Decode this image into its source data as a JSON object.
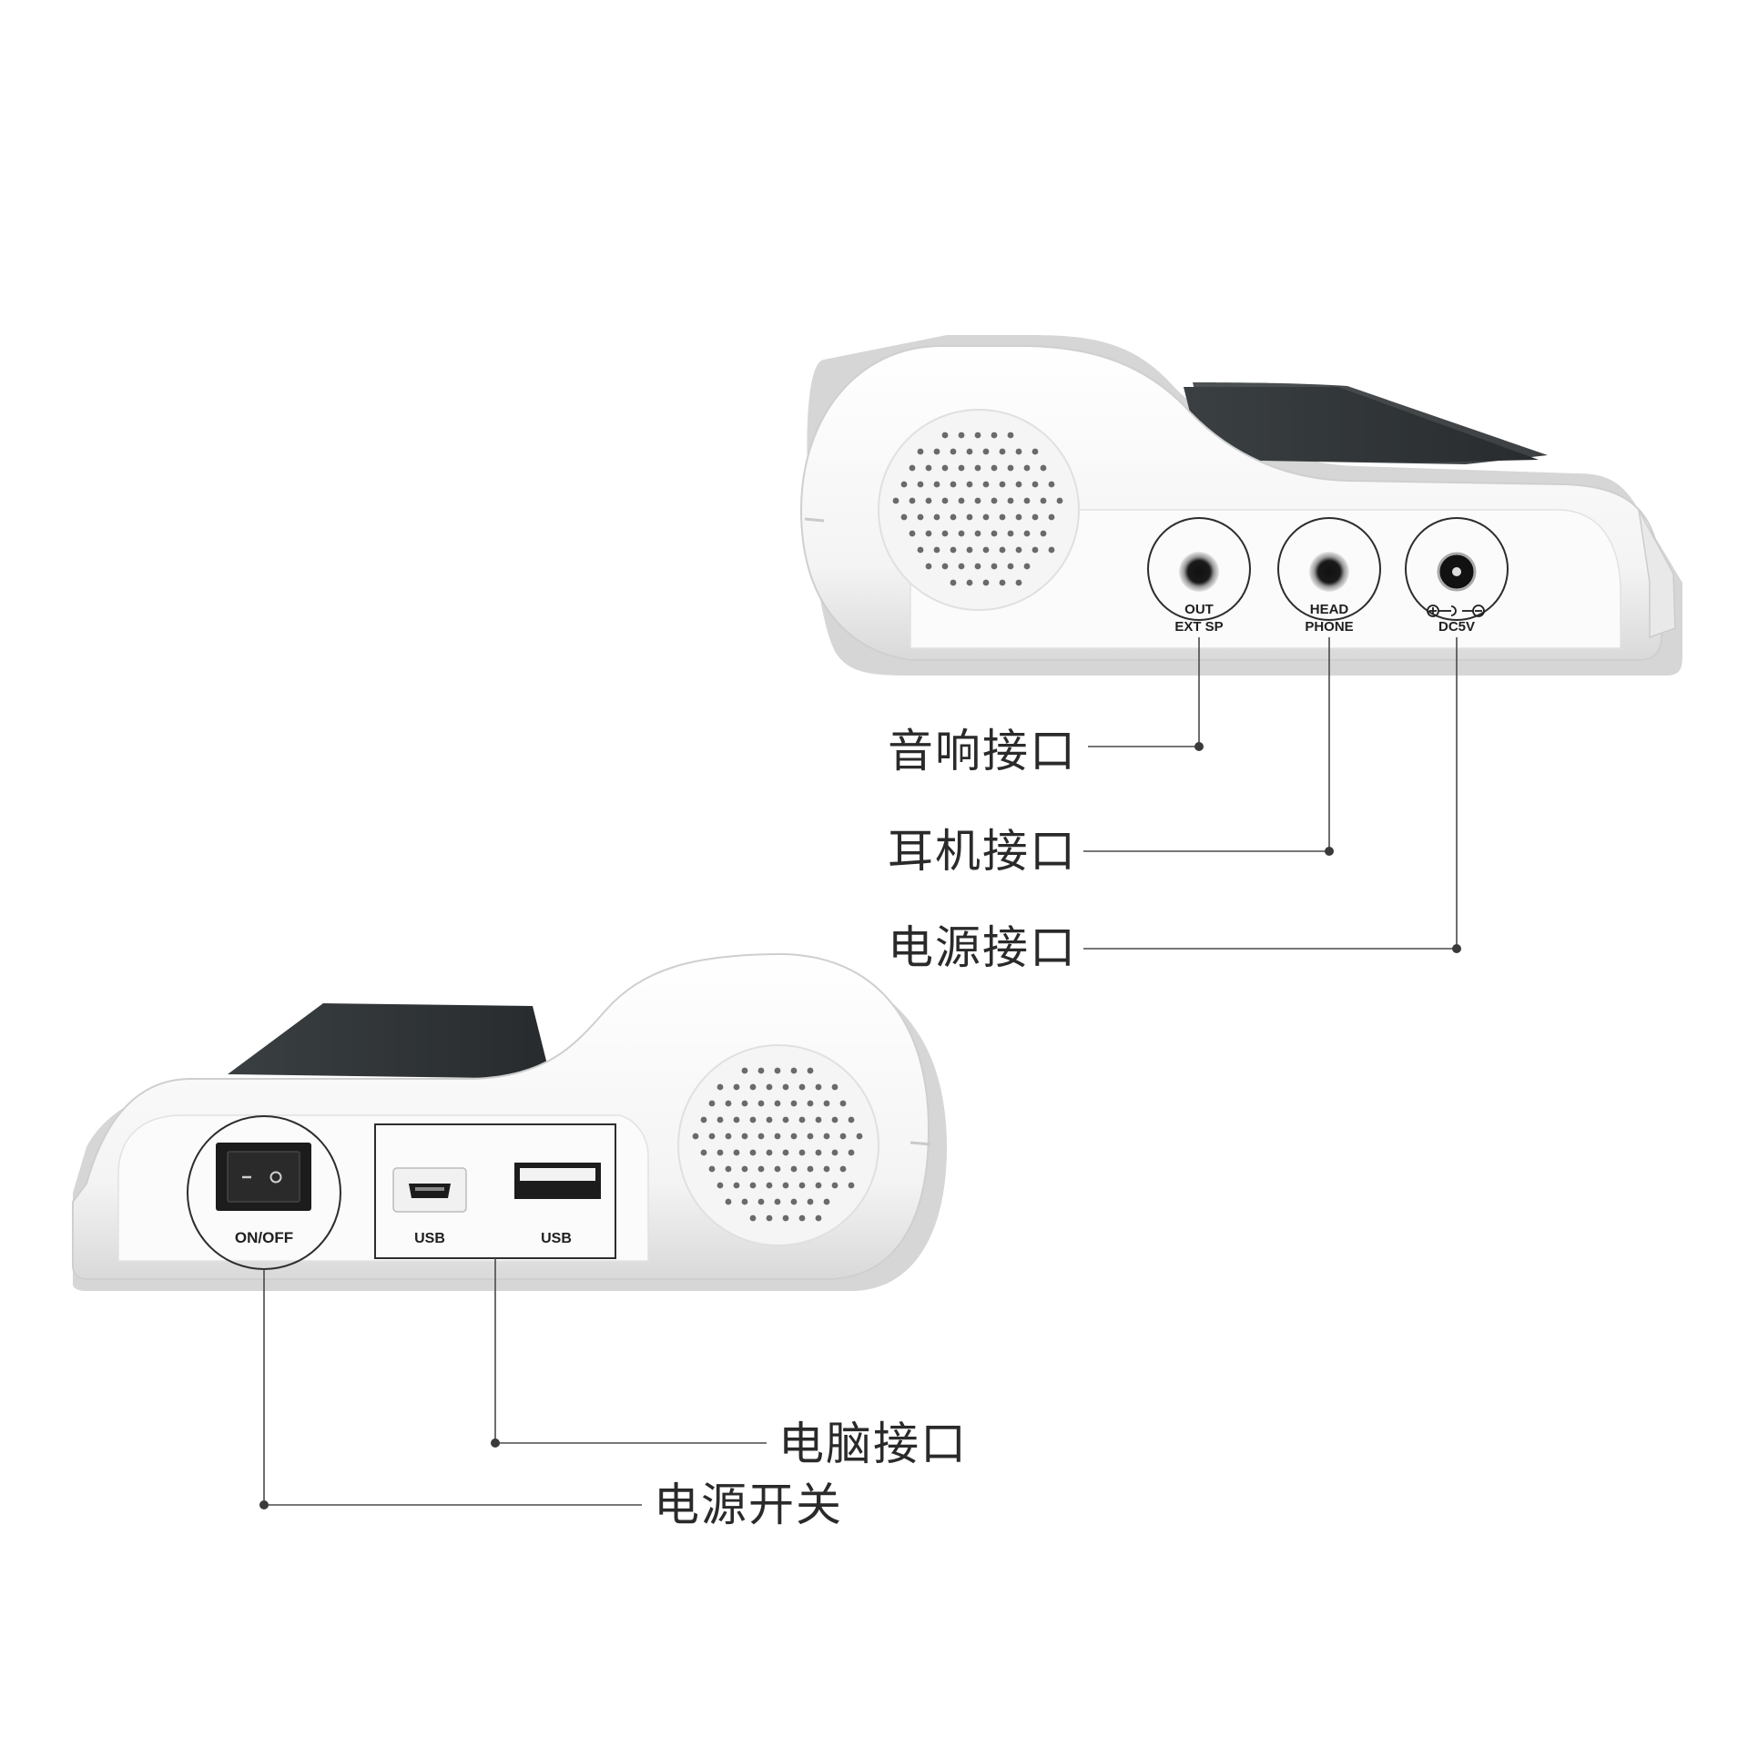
{
  "callouts": {
    "speaker_port": "音响接口",
    "headphone_port": "耳机接口",
    "power_port": "电源接口",
    "computer_port": "电脑接口",
    "power_switch": "电源开关"
  },
  "panel_labels": {
    "out": "OUT",
    "ext_sp": "EXT SP",
    "head": "HEAD",
    "phone": "PHONE",
    "dc5v": "DC5V",
    "on_off": "ON/OFF",
    "usb_mini": "USB",
    "usb_a": "USB"
  },
  "colors": {
    "body": "#ffffff",
    "body_shadow": "#dcdcdc",
    "screen": "#2f3436",
    "leader": "#4a4a4a"
  }
}
